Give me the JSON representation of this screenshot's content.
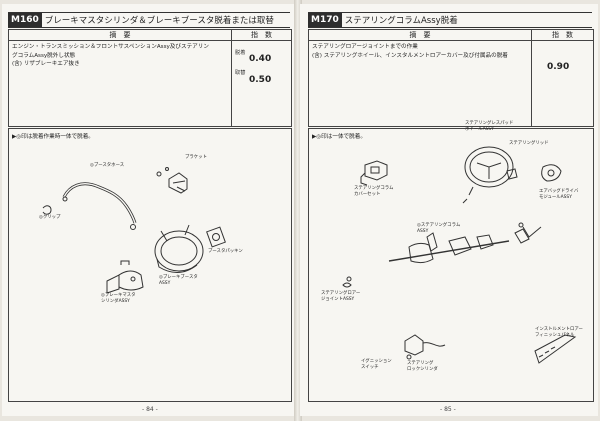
{
  "left": {
    "code": "M160",
    "title": "ブレーキマスタシリンダ＆ブレーキブースタ脱着または取替",
    "table_header": "摘　要",
    "index_header": "指　数",
    "description": [
      "エンジン・トランスミッション＆フロントサスペンションAssy及びステアリン",
      "グコラムAssy脱外し状態",
      "(含) リザブレーキエア抜き"
    ],
    "index_labels": [
      "脱着",
      "取替"
    ],
    "values": [
      "0.40",
      "0.50"
    ],
    "note": "▶◎印は脱着作業時一体で脱着。",
    "labels": {
      "booster_hose": "◎ブースタホース",
      "bracket": "ブラケット",
      "clip": "◎クリップ",
      "booster_packing": "ブースタパッキン",
      "brake_booster": "◎ブレーキブースタ\nASSY",
      "master_cylinder": "◎ブレーキマスタ\nシリンダASSY"
    },
    "page_number": "- 84 -"
  },
  "right": {
    "code": "M170",
    "title": "ステアリングコラムAssy脱着",
    "table_header": "摘　要",
    "index_header": "指　数",
    "description": [
      "ステアリングロアージョイントまでの作業",
      "(含) ステアリングホイール、インスタルメントロアーカバー及び付属品の脱着"
    ],
    "values": [
      "0.90"
    ],
    "note": "▶◎印は一体で脱着。",
    "labels": {
      "pad": "ステアリングレスパッド\nホイールASSY",
      "wheel": "ステアリングリッド",
      "cover": "ステアリングコラム\nカバーセット",
      "airbag": "エアバッグドライバ\nモジュールASSY",
      "column": "◎ステアリングコラム\nASSY",
      "lower_joint": "ステアリングロアー\nジョイントASSY",
      "ignition": "イグニッション\nスイッチ",
      "lock_cylinder": "ステアリング\nロックシリンダ",
      "panel": "インストルメントロアー\nフィニッシュパネル"
    },
    "page_number": "- 85 -"
  }
}
